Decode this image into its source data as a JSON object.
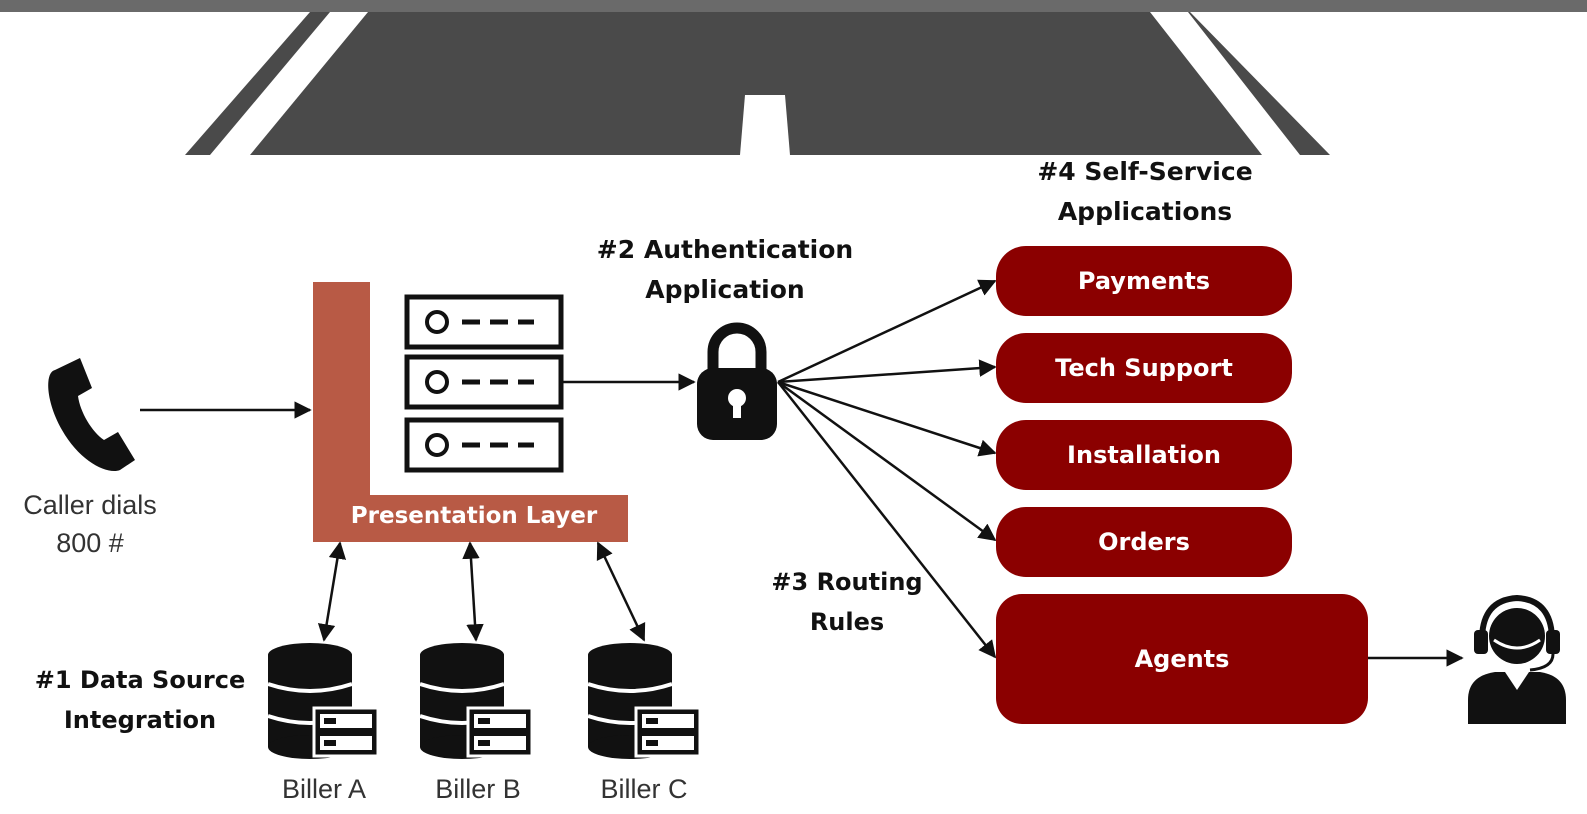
{
  "colors": {
    "road": "#4a4a4a",
    "road_top_band": "#6a6a6a",
    "lane_marking": "#ffffff",
    "presentation_layer": "#b85a45",
    "self_service_pill": "#8b0000",
    "ink": "#111111"
  },
  "icons": {
    "caller": "phone-handset-icon",
    "servers": "server-rack-icon",
    "auth": "padlock-icon",
    "databases": "database-server-icon",
    "agent": "headset-agent-icon"
  },
  "caller": {
    "line1": "Caller dials",
    "line2": "800 #"
  },
  "presentation_layer": {
    "label": "Presentation Layer"
  },
  "data_sources": {
    "title_line1": "#1 Data Source",
    "title_line2": "Integration",
    "billers": [
      "Biller A",
      "Biller B",
      "Biller C"
    ]
  },
  "authentication": {
    "line1": "#2 Authentication",
    "line2": "Application"
  },
  "routing": {
    "line1": "#3 Routing",
    "line2": "Rules"
  },
  "self_service": {
    "title_line1": "#4 Self-Service",
    "title_line2": "Applications",
    "apps": [
      "Payments",
      "Tech Support",
      "Installation",
      "Orders"
    ]
  },
  "agents": {
    "label": "Agents"
  }
}
